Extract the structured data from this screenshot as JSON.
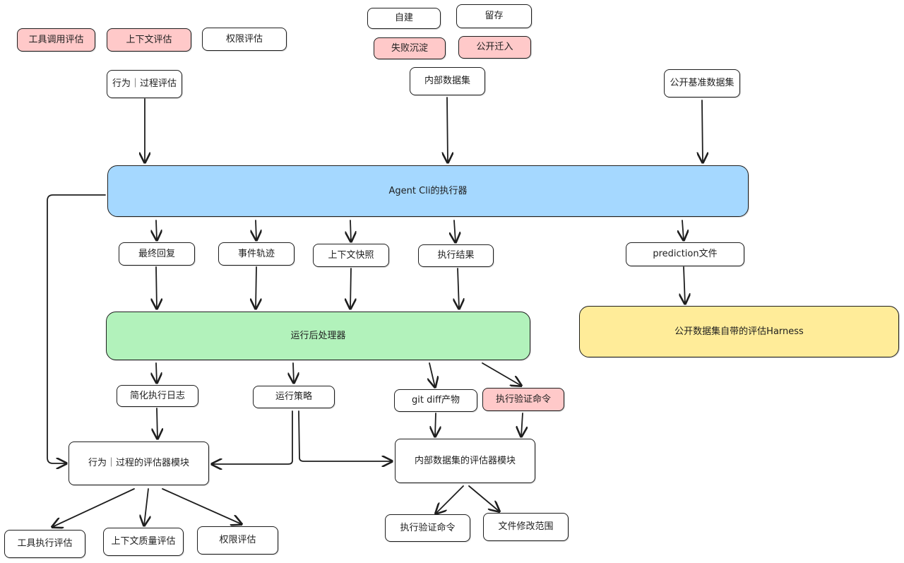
{
  "tags": {
    "tool_call_eval": "工具调用评估",
    "context_eval": "上下文评估",
    "permission_eval": "权限评估",
    "self_built": "自建",
    "retention": "留存",
    "failure_sediment": "失败沉淀",
    "public_migration": "公开迁入"
  },
  "inputs": {
    "behavior_process_eval": "行为｜过程评估",
    "internal_dataset": "内部数据集",
    "public_benchmark": "公开基准数据集"
  },
  "executor": {
    "label": "Agent Cli的执行器"
  },
  "outputs": {
    "final_reply": "最终回复",
    "event_trace": "事件轨迹",
    "context_snapshot": "上下文快照",
    "execution_result": "执行结果",
    "prediction_file": "prediction文件"
  },
  "harness": {
    "label": "公开数据集自带的评估Harness"
  },
  "postprocessor": {
    "label": "运行后处理器"
  },
  "artifacts": {
    "simplified_log": "简化执行日志",
    "run_strategy": "运行策略",
    "git_diff": "git diff产物",
    "verify_command": "执行验证命令"
  },
  "modules": {
    "behavior_module": "行为｜过程的评估器模块",
    "internal_module": "内部数据集的评估器模块"
  },
  "leaves": {
    "tool_exec_eval": "工具执行评估",
    "context_quality_eval": "上下文质量评估",
    "permission_eval": "权限评估",
    "verify_command": "执行验证命令",
    "file_change_scope": "文件修改范围"
  }
}
